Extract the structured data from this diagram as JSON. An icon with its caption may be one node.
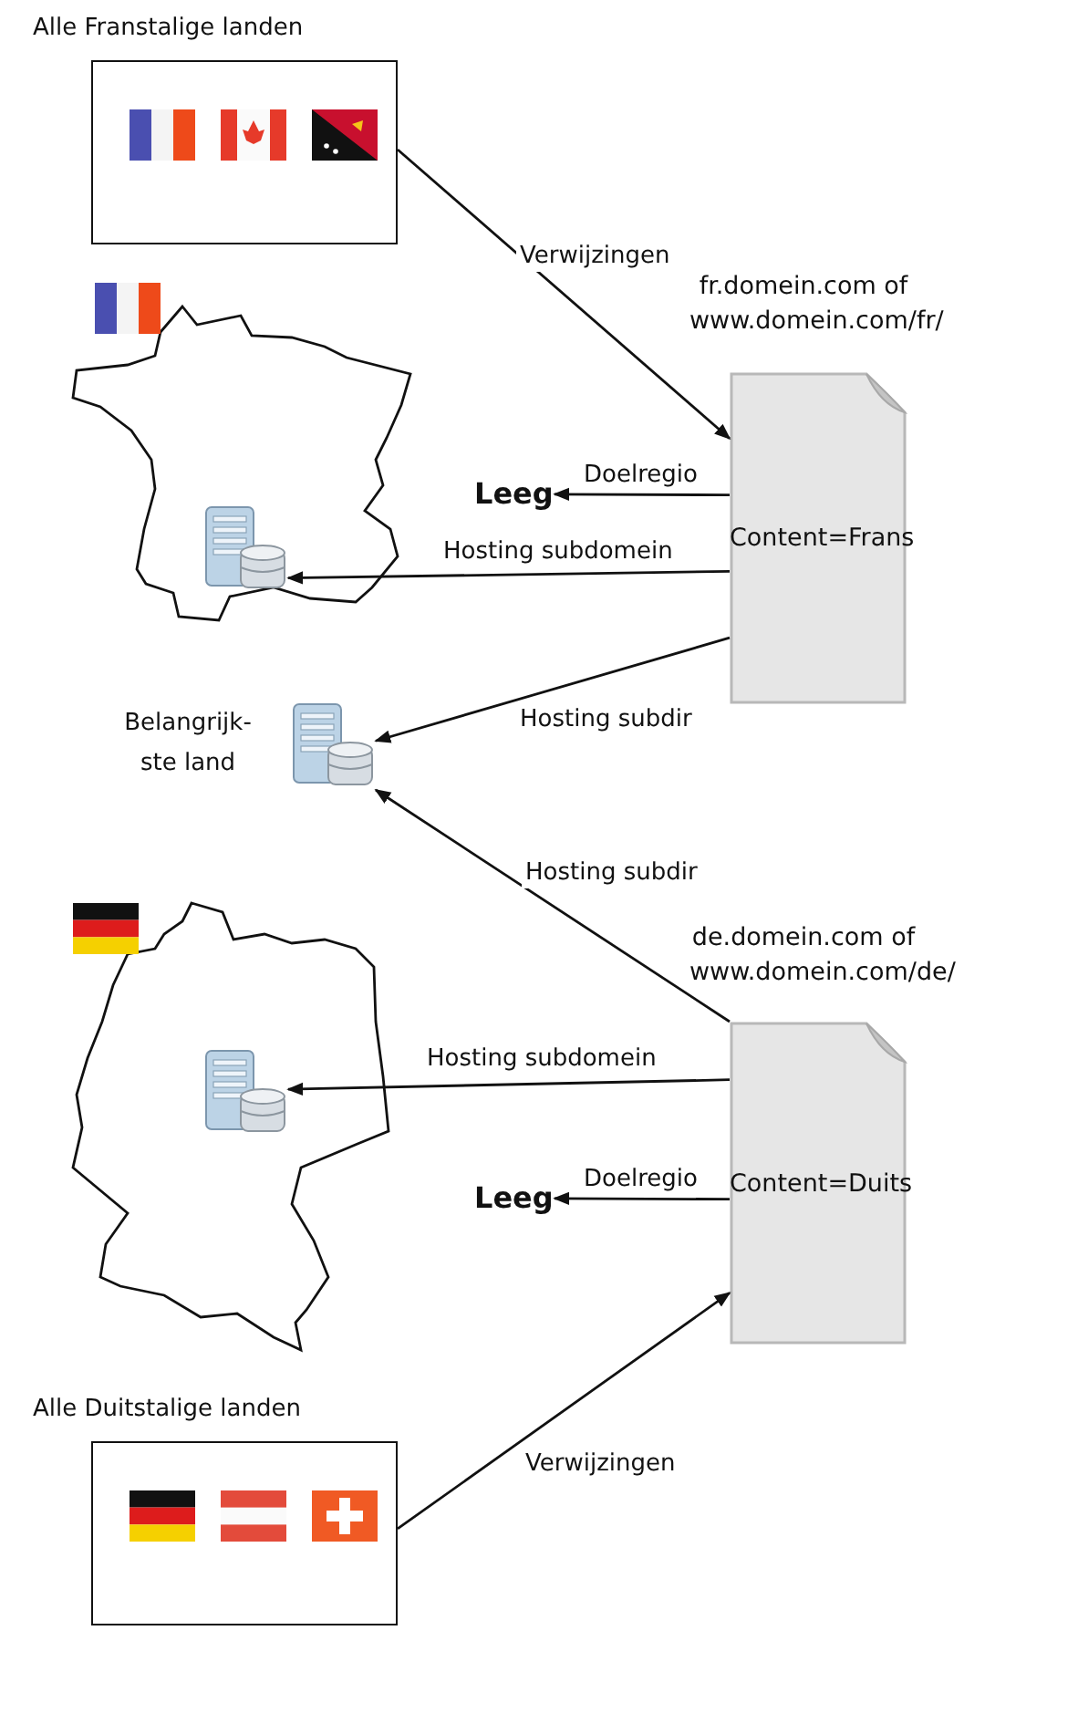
{
  "diagram": {
    "nodes": [
      {
        "text": [
          "Alle Franstalige landen"
        ]
      },
      {
        "text": [
          "fr.domein.com of www.domein.com/fr/",
          "Content=Frans"
        ]
      },
      {
        "text": [
          "Leeg"
        ]
      },
      {
        "text": [],
        "shape": "server"
      },
      {
        "text": [],
        "shape": "server",
        "beside": [
          "Belangrijk- ste land"
        ]
      },
      {
        "text": [
          "de.domein.com of www.domein.com/de/",
          "Content=Duits"
        ]
      },
      {
        "text": [],
        "shape": "server"
      },
      {
        "text": [
          "Leeg"
        ]
      },
      {
        "text": [
          "Alle Duitstalige landen"
        ]
      }
    ],
    "edges": [
      {
        "from": 0,
        "to": 1,
        "arrow": "to",
        "label": "Verwijzingen"
      },
      {
        "from": 1,
        "to": 2,
        "arrow": "to",
        "label": "Doelregio"
      },
      {
        "from": 1,
        "to": 3,
        "arrow": "to",
        "label": "Hosting subdomein"
      },
      {
        "from": 1,
        "to": 4,
        "arrow": "to",
        "label": "Hosting subdir"
      },
      {
        "from": 5,
        "to": 4,
        "arrow": "to",
        "label": "Hosting subdir"
      },
      {
        "from": 5,
        "to": 6,
        "arrow": "to",
        "label": "Hosting subdomein"
      },
      {
        "from": 5,
        "to": 7,
        "arrow": "to",
        "label": "Doelregio"
      },
      {
        "from": 8,
        "to": 5,
        "arrow": "to",
        "label": "Verwijzingen"
      }
    ]
  }
}
